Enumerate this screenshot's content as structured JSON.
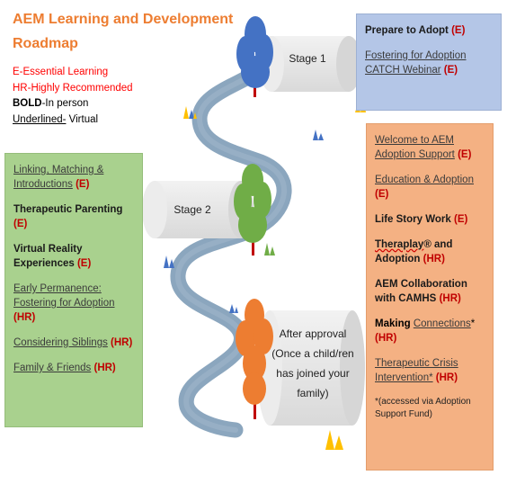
{
  "title": "AEM Learning and Development Roadmap",
  "legend": {
    "essential": "E-Essential Learning",
    "recommended": "HR-Highly Recommended",
    "bold_key": "BOLD",
    "bold_desc": "-In person",
    "underline_key": "Underlined-",
    "underline_desc": " Virtual"
  },
  "stages": {
    "stage1": "Stage 1",
    "stage2": "Stage 2",
    "after_title": "After approval",
    "after_note": "(Once a child/ren has joined your family)"
  },
  "panels": {
    "blue": {
      "item1": "Prepare to Adopt",
      "item1_tag": "(E)",
      "item2": "Fostering for Adoption CATCH Webinar",
      "item2_tag": "(E)"
    },
    "green": {
      "item1": "Linking, Matching & Introductions",
      "item1_tag": "(E)",
      "item2": "Therapeutic Parenting",
      "item2_tag": "(E)",
      "item3": "Virtual Reality Experiences",
      "item3_tag": "(E)",
      "item4": "Early Permanence: Fostering for Adoption",
      "item4_tag": "(HR)",
      "item5": "Considering Siblings",
      "item5_tag": "(HR)",
      "item6": "Family & Friends",
      "item6_tag": "(HR)"
    },
    "orange": {
      "item1": "Welcome to AEM Adoption Support",
      "item1_tag": "(E)",
      "item2": "Education & Adoption",
      "item2_tag": "(E)",
      "item3": "Life Story Work",
      "item3_tag": "(E)",
      "item4a": "Theraplay",
      "item4b": "® and Adoption",
      "item4_tag": "(HR)",
      "item5": "AEM Collaboration with CAMHS",
      "item5_tag": "(HR)",
      "item6a": "Making",
      "item6b": "Connections",
      "item6c": "*",
      "item6_tag": "(HR)",
      "item7": "Therapeutic Crisis Intervention*",
      "item7_tag": "(HR)",
      "note": "*(accessed via Adoption Support Fund)"
    }
  },
  "colors": {
    "title_orange": "#ed7d31",
    "road": "#8da7bf",
    "tree_blue": "#4472c4",
    "tree_green": "#70ad47",
    "tree_orange": "#ed7d31",
    "trunk": "#c00000",
    "cylinder": "#e4e4e4",
    "grass_yellow": "#ffc000"
  }
}
